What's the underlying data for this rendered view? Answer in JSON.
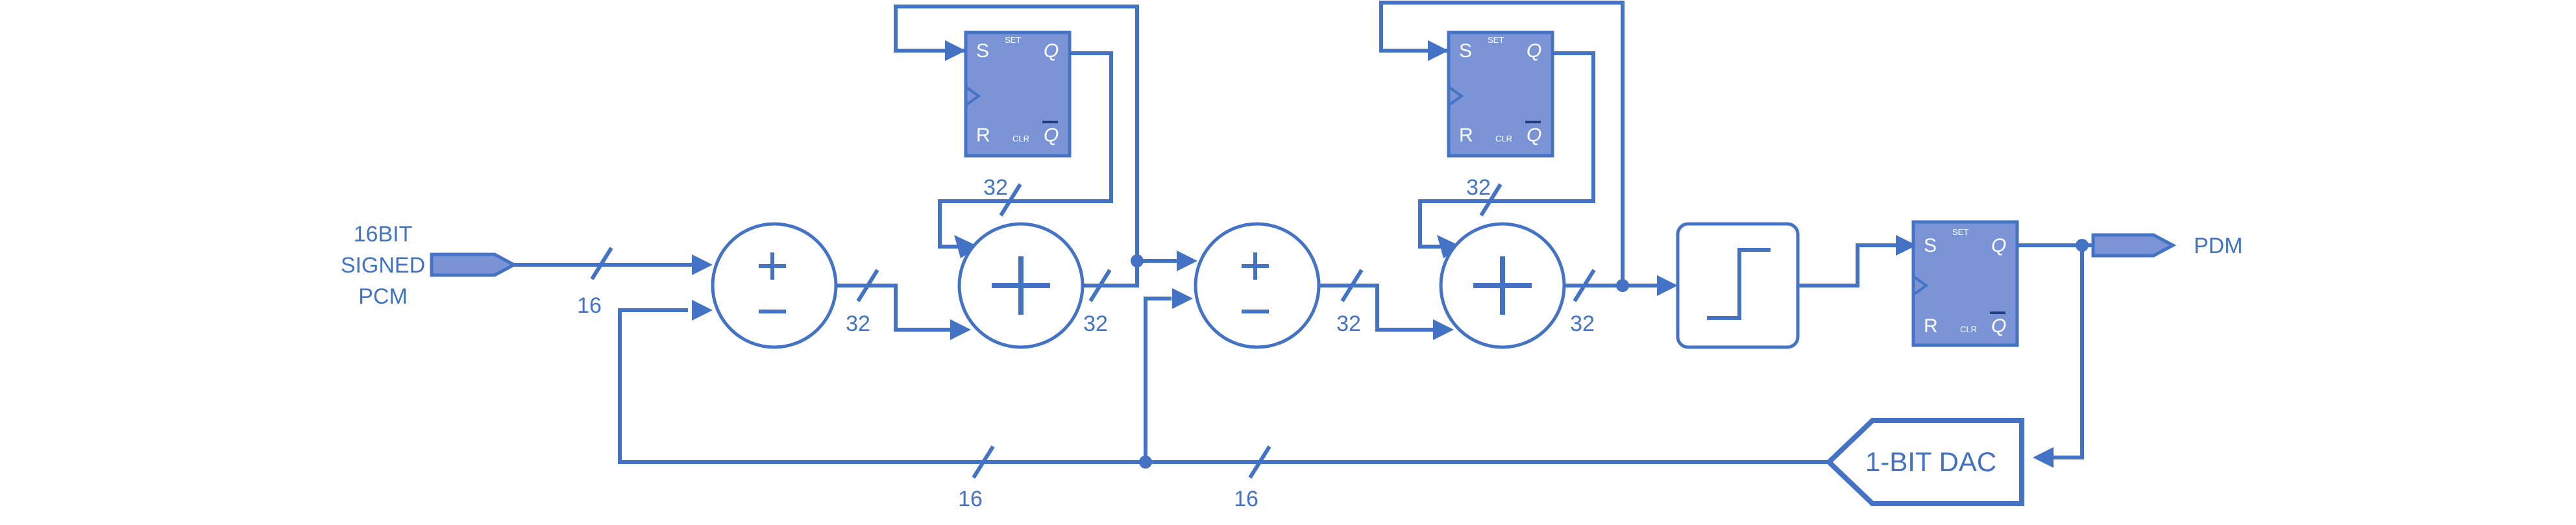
{
  "input": {
    "line1": "16BIT",
    "line2": "SIGNED",
    "line3": "PCM"
  },
  "output": {
    "label": "PDM"
  },
  "dac": {
    "label": "1-BIT DAC"
  },
  "bus_widths": {
    "input": "16",
    "sub1_out": "32",
    "acc1_out": "32",
    "reg1_fb": "32",
    "sub2_out": "32",
    "acc2_out": "32",
    "reg2_fb": "32",
    "fb_left": "16",
    "fb_right": "16"
  },
  "flipflop": {
    "s": "S",
    "r": "R",
    "q": "Q",
    "qbar": "Q",
    "set": "SET",
    "clr": "CLR"
  },
  "symbols": {
    "plus": "+",
    "minus": "−"
  },
  "colors": {
    "line": "#4472C4",
    "flipflop_fill": "#7B94D6",
    "background": "#ffffff"
  }
}
